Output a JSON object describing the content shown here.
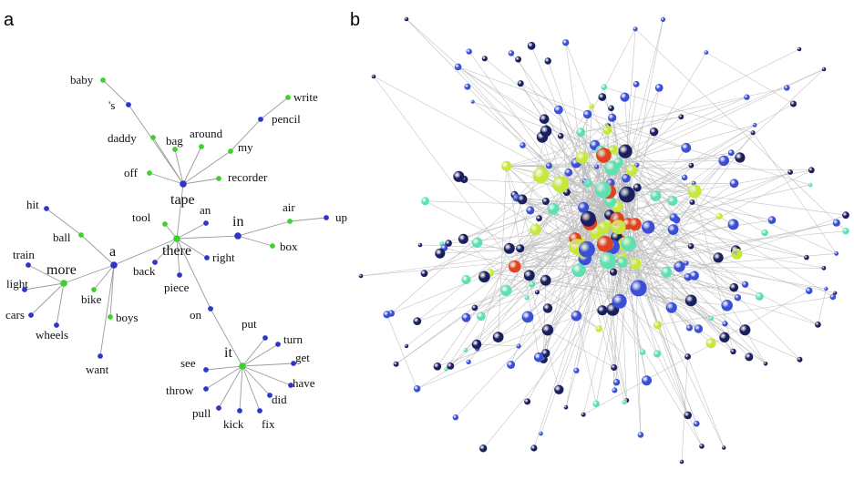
{
  "panel_a": {
    "label": "a",
    "words": [
      {
        "text": "tape",
        "color": "blue",
        "hub": true
      },
      {
        "text": "baby",
        "color": "green"
      },
      {
        "text": "'s",
        "color": "blue"
      },
      {
        "text": "daddy",
        "color": "green"
      },
      {
        "text": "bag",
        "color": "green"
      },
      {
        "text": "around",
        "color": "green"
      },
      {
        "text": "my",
        "color": "green"
      },
      {
        "text": "pencil",
        "color": "blue"
      },
      {
        "text": "write",
        "color": "green"
      },
      {
        "text": "off",
        "color": "green"
      },
      {
        "text": "recorder",
        "color": "green"
      },
      {
        "text": "there",
        "color": "green",
        "hub": true
      },
      {
        "text": "tool",
        "color": "green"
      },
      {
        "text": "an",
        "color": "blue"
      },
      {
        "text": "in",
        "color": "blue",
        "hub": true
      },
      {
        "text": "air",
        "color": "green"
      },
      {
        "text": "up",
        "color": "blue"
      },
      {
        "text": "box",
        "color": "green"
      },
      {
        "text": "right",
        "color": "blue"
      },
      {
        "text": "back",
        "color": "blue"
      },
      {
        "text": "piece",
        "color": "blue"
      },
      {
        "text": "a",
        "color": "blue",
        "hub": true
      },
      {
        "text": "hit",
        "color": "blue"
      },
      {
        "text": "ball",
        "color": "green"
      },
      {
        "text": "more",
        "color": "green",
        "hub": true
      },
      {
        "text": "train",
        "color": "blue"
      },
      {
        "text": "light",
        "color": "blue"
      },
      {
        "text": "cars",
        "color": "blue"
      },
      {
        "text": "wheels",
        "color": "blue"
      },
      {
        "text": "bike",
        "color": "green"
      },
      {
        "text": "boys",
        "color": "green"
      },
      {
        "text": "want",
        "color": "blue"
      },
      {
        "text": "on",
        "color": "blue"
      },
      {
        "text": "it",
        "color": "green",
        "hub": true
      },
      {
        "text": "put",
        "color": "blue"
      },
      {
        "text": "turn",
        "color": "blue"
      },
      {
        "text": "see",
        "color": "blue"
      },
      {
        "text": "get",
        "color": "blue"
      },
      {
        "text": "throw",
        "color": "blue"
      },
      {
        "text": "have",
        "color": "blue"
      },
      {
        "text": "did",
        "color": "blue"
      },
      {
        "text": "pull",
        "color": "blue"
      },
      {
        "text": "kick",
        "color": "blue"
      },
      {
        "text": "fix",
        "color": "blue"
      }
    ],
    "edges": [
      [
        "tape",
        "'s"
      ],
      [
        "'s",
        "baby"
      ],
      [
        "tape",
        "daddy"
      ],
      [
        "tape",
        "bag"
      ],
      [
        "tape",
        "around"
      ],
      [
        "tape",
        "my"
      ],
      [
        "my",
        "pencil"
      ],
      [
        "pencil",
        "write"
      ],
      [
        "tape",
        "off"
      ],
      [
        "tape",
        "recorder"
      ],
      [
        "tape",
        "there"
      ],
      [
        "there",
        "tool"
      ],
      [
        "there",
        "an"
      ],
      [
        "there",
        "in"
      ],
      [
        "in",
        "air"
      ],
      [
        "air",
        "up"
      ],
      [
        "in",
        "box"
      ],
      [
        "there",
        "right"
      ],
      [
        "there",
        "back"
      ],
      [
        "there",
        "piece"
      ],
      [
        "there",
        "a"
      ],
      [
        "there",
        "on"
      ],
      [
        "a",
        "ball"
      ],
      [
        "ball",
        "hit"
      ],
      [
        "a",
        "more"
      ],
      [
        "a",
        "bike"
      ],
      [
        "a",
        "boys"
      ],
      [
        "a",
        "want"
      ],
      [
        "more",
        "train"
      ],
      [
        "more",
        "light"
      ],
      [
        "more",
        "cars"
      ],
      [
        "more",
        "wheels"
      ],
      [
        "on",
        "it"
      ],
      [
        "it",
        "put"
      ],
      [
        "it",
        "turn"
      ],
      [
        "it",
        "see"
      ],
      [
        "it",
        "get"
      ],
      [
        "it",
        "throw"
      ],
      [
        "it",
        "have"
      ],
      [
        "it",
        "did"
      ],
      [
        "it",
        "pull"
      ],
      [
        "it",
        "kick"
      ],
      [
        "it",
        "fix"
      ]
    ]
  },
  "panel_b": {
    "label": "b",
    "node_colors": {
      "navy": "#1a1f5e",
      "blue": "#3a4fd6",
      "teal": "#5fe0b0",
      "yellow": "#c6e83a",
      "red": "#e0441e"
    }
  },
  "colors": {
    "green": "#3fcf2f",
    "blue": "#2f35c9",
    "edge": "#9a9a9a"
  }
}
